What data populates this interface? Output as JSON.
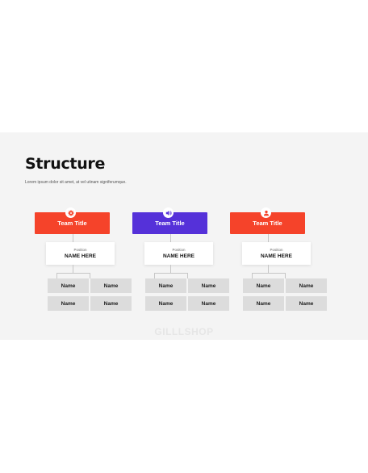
{
  "title": "Structure",
  "subtitle": "Lorem ipsum dolor sit amet, at vel utinam signiferumque.",
  "teams": [
    {
      "title": "Team Title",
      "color": "#f5432a",
      "icon": "gear-icon",
      "position_label": "Position",
      "position_name": "NAME HERE",
      "names": [
        "Name",
        "Name",
        "Name",
        "Name"
      ]
    },
    {
      "title": "Team Title",
      "color": "#5531d9",
      "icon": "speaker-icon",
      "position_label": "Position",
      "position_name": "NAME HERE",
      "names": [
        "Name",
        "Name",
        "Name",
        "Name"
      ]
    },
    {
      "title": "Team Title",
      "color": "#f5432a",
      "icon": "user-icon",
      "position_label": "Position",
      "position_name": "NAME HERE",
      "names": [
        "Name",
        "Name",
        "Name",
        "Name"
      ]
    }
  ],
  "watermark": "GILLLSHOP"
}
